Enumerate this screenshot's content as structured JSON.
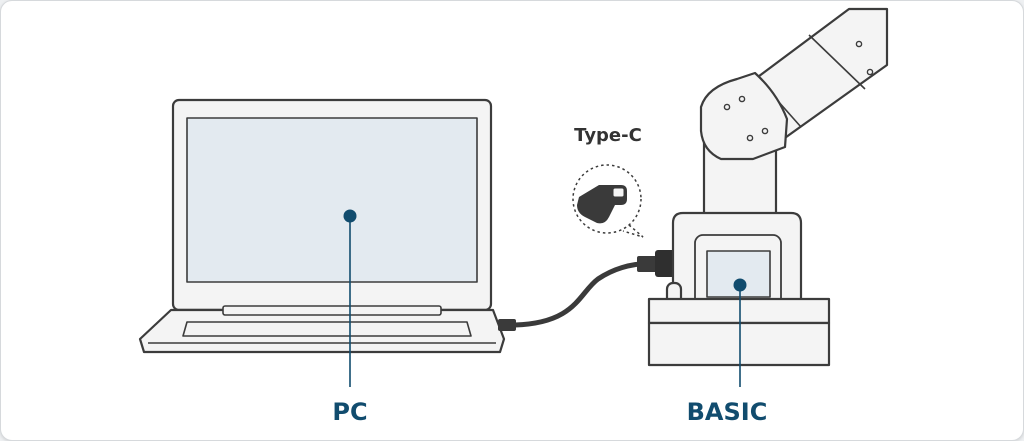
{
  "labels": {
    "pc": "PC",
    "basic": "BASIC",
    "connector": "Type-C"
  },
  "colors": {
    "accent": "#114c6e",
    "outline": "#3c3c3c",
    "screen_fill": "#e3eaf0",
    "device_fill": "#f4f4f4",
    "connector_fill": "#3a3a3a"
  },
  "icons": {
    "connector": "usb-type-c-plug-icon"
  }
}
